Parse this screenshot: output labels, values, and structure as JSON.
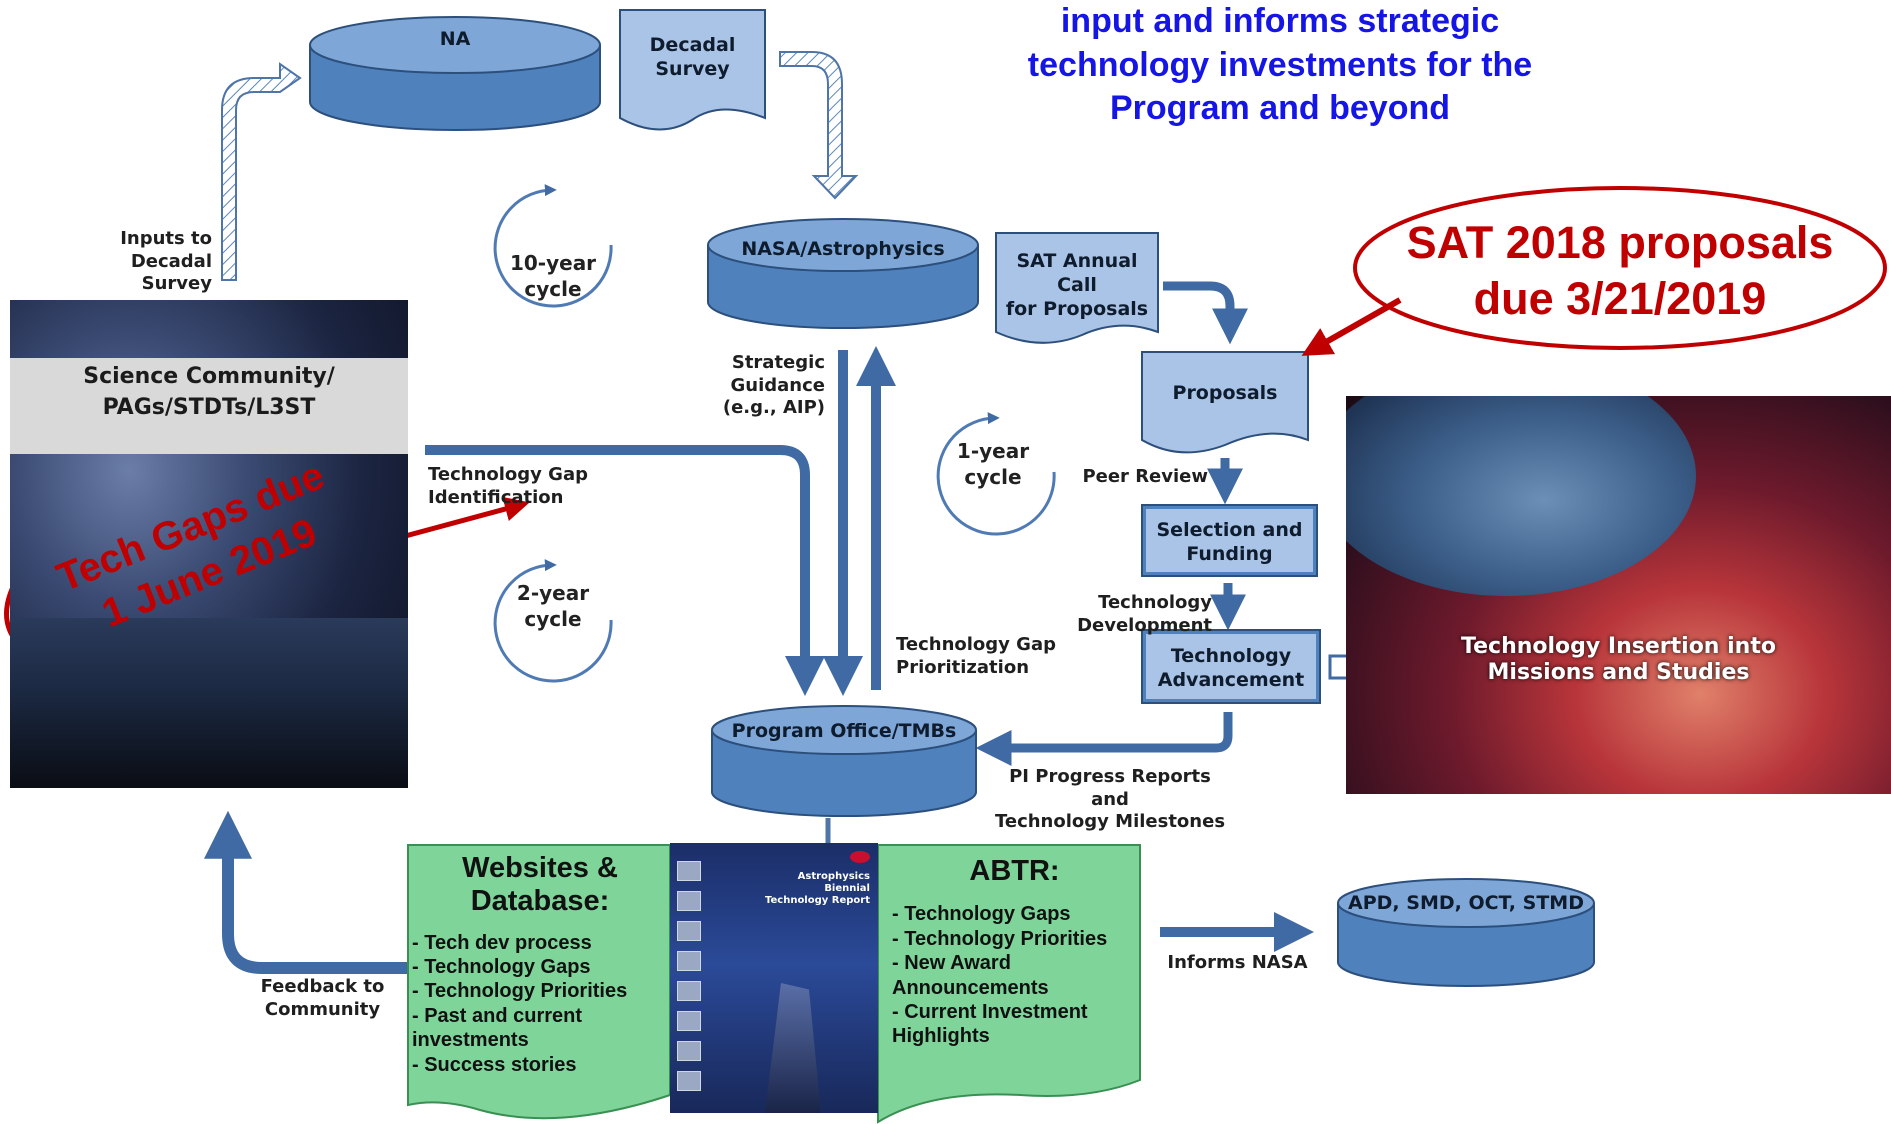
{
  "header": {
    "lines": [
      "input and informs strategic",
      "technology investments for the",
      "Program and beyond"
    ],
    "color": "#1515e6"
  },
  "nodes": {
    "na": "NA",
    "decadal_survey": [
      "Decadal",
      "Survey"
    ],
    "nasa_astrophysics": "NASA/Astrophysics",
    "sat_call": [
      "SAT Annual Call",
      "for Proposals"
    ],
    "proposals": "Proposals",
    "selection_funding": [
      "Selection and",
      "Funding"
    ],
    "technology_advancement": [
      "Technology",
      "Advancement"
    ],
    "program_office": "Program Office/TMBs",
    "apd": "APD, SMD, OCT, STMD"
  },
  "labels": {
    "inputs_to_decadal": [
      "Inputs to",
      "Decadal Survey"
    ],
    "strategic_guidance": [
      "Strategic Guidance",
      "(e.g., AIP)"
    ],
    "tech_gap_identification": "Technology Gap Identification",
    "tech_gap_prioritization": [
      "Technology Gap",
      "Prioritization"
    ],
    "peer_review": "Peer Review",
    "technology_development": "Technology Development",
    "pi_progress": [
      "PI Progress Reports and",
      "Technology Milestones"
    ],
    "feedback": [
      "Feedback to",
      "Community"
    ],
    "informs_nasa": "Informs NASA"
  },
  "cycles": {
    "ten_year": [
      "10-year",
      "cycle"
    ],
    "one_year": [
      "1-year",
      "cycle"
    ],
    "two_year": [
      "2-year",
      "cycle"
    ]
  },
  "science_panel": {
    "title": [
      "Science Community/",
      "PAGs/STDTs/L3ST"
    ]
  },
  "tech_panel": {
    "caption": [
      "Technology Insertion into",
      "Missions and Studies"
    ]
  },
  "callouts": {
    "sat": [
      "SAT 2018 proposals",
      "due 3/21/2019"
    ],
    "tech_gaps": [
      "Tech Gaps due",
      "1 June 2019"
    ],
    "color": "#c00000"
  },
  "websites": {
    "title": [
      "Websites &",
      "Database:"
    ],
    "items": [
      "- Tech dev process",
      "- Technology Gaps",
      "- Technology Priorities",
      "- Past and current",
      "investments",
      "- Success stories"
    ]
  },
  "abtr": {
    "title": "ABTR:",
    "items": [
      "- Technology Gaps",
      "- Technology Priorities",
      "- New Award",
      "Announcements",
      "- Current Investment",
      "Highlights"
    ]
  },
  "report": {
    "title": [
      "Astrophysics",
      "Biennial",
      "Technology Report"
    ]
  },
  "colors": {
    "shape_fill": "#4f81bd",
    "shape_light": "#a9c4e6",
    "green": "#7fd49a",
    "arrow": "#4f74a8"
  }
}
